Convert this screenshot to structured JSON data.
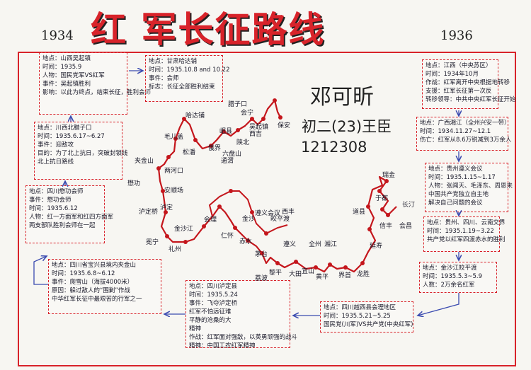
{
  "header": {
    "title": "红 军长征路线",
    "year_left": "1934",
    "year_right": "1936"
  },
  "author": {
    "name": "邓可昕",
    "class": "初二(23)王臣",
    "id": "1212308"
  },
  "boxes": [
    {
      "key": "wuqi",
      "lines": [
        "地点：山西吴起镇",
        "时间：1935.9",
        "人物：国民党军VS红军",
        "事件：吴起镇胜利",
        "影响：以此为终点，结束长征，胜利会师"
      ]
    },
    {
      "key": "lazikou",
      "lines": [
        "地点：川西北腊子口",
        "时间：1935.6.17~6.27",
        "事件：迎敌攻",
        "目的：为了北上抗日，突破封锁线",
        "北上抗日路线"
      ]
    },
    {
      "key": "maogong",
      "lines": [
        "地点：四川懋功会师",
        "事件：懋功会师",
        "时间：1935.6.12",
        "人物：红一方面军和红四方面军",
        "两支部队胜利会师在一起"
      ]
    },
    {
      "key": "jiajin",
      "lines": [
        "地点：四川省宝兴县境内夹金山",
        "时间：1935.6.8~6.12",
        "事件：爬雪山（海拔4000米）",
        "原因：躲过敌人的“围剿”作战",
        "中华红军长征中最艰苦的行军之一"
      ]
    },
    {
      "key": "luding",
      "lines": [
        "地点：四川泸定县",
        "时间：1935.5.24",
        "事件：飞夺泸定桥",
        "红军不怕远征难",
        "平静的沧桑的大",
        "精神",
        "作战：红军面对强敌，以英勇顽强的战斗",
        "精神：中国工农红军精神"
      ]
    },
    {
      "key": "huili",
      "lines": [
        "地点：四川越西县会理地区",
        "时间：1935.5.21~5.25",
        "国民党(川军)VS共产党(中央红军)"
      ]
    },
    {
      "key": "hadazi",
      "lines": [
        "地点：甘肃哈达铺",
        "时间：1935.10.8 and 10.22",
        "事件：会师",
        "标志：长征全部胜利结束"
      ]
    },
    {
      "key": "ruijin",
      "lines": [
        "地点：江西（中央苏区）",
        "时间：1934年10月",
        "作战：红军离开中央根据地转移",
        "支援：红军长征第一次反",
        "转移领导：中共中央红军长征开始"
      ]
    },
    {
      "key": "xiangjiang",
      "lines": [
        "地点：广西湘江（全州兴安一带）",
        "时间：1934.11.27~12.1",
        "伤亡：红军从8.6万锐减到3万余人"
      ]
    },
    {
      "key": "zunyi",
      "lines": [
        "地点：贵州遵义会议",
        "时间：1935.1.15~1.17",
        "人物：张闻天、毛泽东、周恩来",
        "中国共产党独立自主地",
        "解决自己问题的会议"
      ]
    },
    {
      "key": "chishui",
      "lines": [
        "地点：贵州、四川、云南交界",
        "时间：1935.1.19~3.22",
        "共产党以红军四渡赤水的胜利"
      ]
    },
    {
      "key": "jinsha",
      "lines": [
        "地点：金沙江皎平渡",
        "时间：1935.5.3~5.9",
        "人数：2万余名红军"
      ]
    }
  ],
  "places": [
    "瑞金",
    "于都",
    "长汀",
    "会昌",
    "信丰",
    "全州",
    "湘江",
    "道县",
    "延寿",
    "黎平",
    "黄平",
    "遵义",
    "赤水",
    "茅台",
    "仁怀",
    "金沙江",
    "金沙",
    "皎平渡",
    "会理",
    "礼州",
    "冕宁",
    "泸定",
    "泸定桥",
    "安顺场",
    "夹金山",
    "懋功",
    "两河口",
    "毛儿盖",
    "松潘",
    "俄界",
    "腊子口",
    "哈达铺",
    "岷县",
    "通渭",
    "会宁",
    "吴起镇",
    "保安",
    "陕北",
    "西吉",
    "六盘山",
    "界首",
    "龙胜",
    "大田",
    "宜山",
    "荔波",
    "西丰",
    "遵义会议"
  ]
}
